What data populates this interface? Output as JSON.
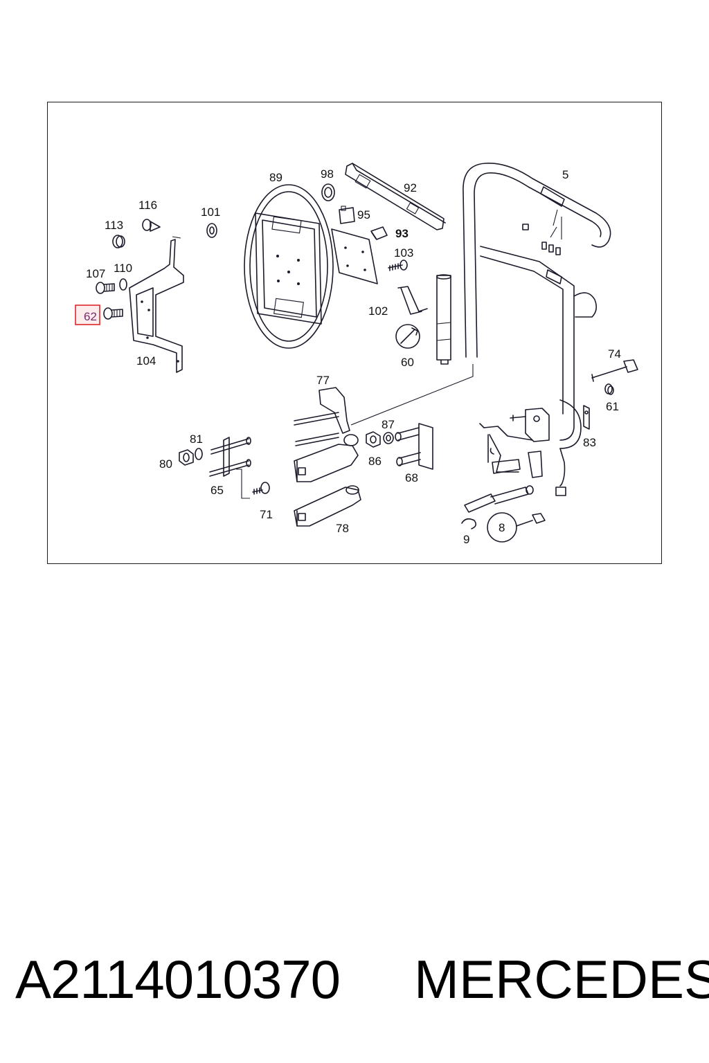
{
  "diagram": {
    "highlighted_callout": "62",
    "callouts": [
      {
        "id": "89",
        "text": "89"
      },
      {
        "id": "98",
        "text": "98"
      },
      {
        "id": "92",
        "text": "92"
      },
      {
        "id": "5",
        "text": "5"
      },
      {
        "id": "116",
        "text": "116"
      },
      {
        "id": "101",
        "text": "101"
      },
      {
        "id": "95",
        "text": "95"
      },
      {
        "id": "113",
        "text": "113"
      },
      {
        "id": "93",
        "text": "93"
      },
      {
        "id": "103",
        "text": "103"
      },
      {
        "id": "107",
        "text": "107"
      },
      {
        "id": "110",
        "text": "110"
      },
      {
        "id": "62",
        "text": "62"
      },
      {
        "id": "102",
        "text": "102"
      },
      {
        "id": "60",
        "text": "60"
      },
      {
        "id": "104",
        "text": "104"
      },
      {
        "id": "74",
        "text": "74"
      },
      {
        "id": "77",
        "text": "77"
      },
      {
        "id": "61",
        "text": "61"
      },
      {
        "id": "87",
        "text": "87"
      },
      {
        "id": "81",
        "text": "81"
      },
      {
        "id": "83",
        "text": "83"
      },
      {
        "id": "80",
        "text": "80"
      },
      {
        "id": "86",
        "text": "86"
      },
      {
        "id": "68",
        "text": "68"
      },
      {
        "id": "65",
        "text": "65"
      },
      {
        "id": "71",
        "text": "71"
      },
      {
        "id": "78",
        "text": "78"
      },
      {
        "id": "8",
        "text": "8"
      },
      {
        "id": "9",
        "text": "9"
      }
    ]
  },
  "footer": {
    "part_number": "A2114010370",
    "brand": "MERCEDES"
  },
  "colors": {
    "line": "#1a1a2a",
    "highlight_border": "#e0242a",
    "highlight_fill": "#fdecec"
  }
}
